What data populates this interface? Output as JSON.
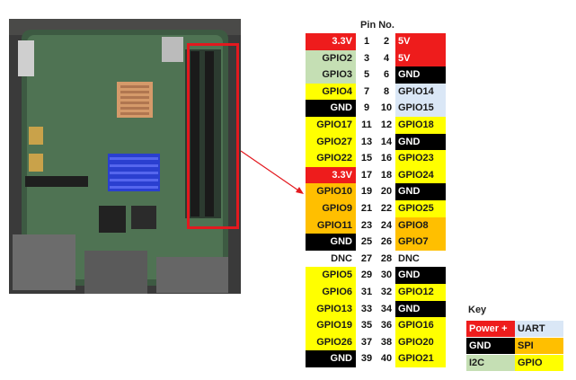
{
  "table": {
    "header": "Pin No.",
    "rows": [
      {
        "left": "3.3V",
        "lc": "power",
        "ln": "1",
        "rn": "2",
        "right": "5V",
        "rc": "power"
      },
      {
        "left": "GPIO2",
        "lc": "i2c",
        "ln": "3",
        "rn": "4",
        "right": "5V",
        "rc": "power"
      },
      {
        "left": "GPIO3",
        "lc": "i2c",
        "ln": "5",
        "rn": "6",
        "right": "GND",
        "rc": "gnd"
      },
      {
        "left": "GPIO4",
        "lc": "gpio",
        "ln": "7",
        "rn": "8",
        "right": "GPIO14",
        "rc": "uart"
      },
      {
        "left": "GND",
        "lc": "gnd",
        "ln": "9",
        "rn": "10",
        "right": "GPIO15",
        "rc": "uart"
      },
      {
        "left": "GPIO17",
        "lc": "gpio",
        "ln": "11",
        "rn": "12",
        "right": "GPIO18",
        "rc": "gpio"
      },
      {
        "left": "GPIO27",
        "lc": "gpio",
        "ln": "13",
        "rn": "14",
        "right": "GND",
        "rc": "gnd"
      },
      {
        "left": "GPIO22",
        "lc": "gpio",
        "ln": "15",
        "rn": "16",
        "right": "GPIO23",
        "rc": "gpio"
      },
      {
        "left": "3.3V",
        "lc": "power",
        "ln": "17",
        "rn": "18",
        "right": "GPIO24",
        "rc": "gpio"
      },
      {
        "left": "GPIO10",
        "lc": "spi",
        "ln": "19",
        "rn": "20",
        "right": "GND",
        "rc": "gnd"
      },
      {
        "left": "GPIO9",
        "lc": "spi",
        "ln": "21",
        "rn": "22",
        "right": "GPIO25",
        "rc": "gpio"
      },
      {
        "left": "GPIO11",
        "lc": "spi",
        "ln": "23",
        "rn": "24",
        "right": "GPIO8",
        "rc": "spi"
      },
      {
        "left": "GND",
        "lc": "gnd",
        "ln": "25",
        "rn": "26",
        "right": "GPIO7",
        "rc": "spi"
      },
      {
        "left": "DNC",
        "lc": "none",
        "ln": "27",
        "rn": "28",
        "right": "DNC",
        "rc": "none"
      },
      {
        "left": "GPIO5",
        "lc": "gpio",
        "ln": "29",
        "rn": "30",
        "right": "GND",
        "rc": "gnd"
      },
      {
        "left": "GPIO6",
        "lc": "gpio",
        "ln": "31",
        "rn": "32",
        "right": "GPIO12",
        "rc": "gpio"
      },
      {
        "left": "GPIO13",
        "lc": "gpio",
        "ln": "33",
        "rn": "34",
        "right": "GND",
        "rc": "gnd"
      },
      {
        "left": "GPIO19",
        "lc": "gpio",
        "ln": "35",
        "rn": "36",
        "right": "GPIO16",
        "rc": "gpio"
      },
      {
        "left": "GPIO26",
        "lc": "gpio",
        "ln": "37",
        "rn": "38",
        "right": "GPIO20",
        "rc": "gpio"
      },
      {
        "left": "GND",
        "lc": "gnd",
        "ln": "39",
        "rn": "40",
        "right": "GPIO21",
        "rc": "gpio"
      }
    ]
  },
  "key": {
    "title": "Key",
    "items": [
      {
        "label": "Power +",
        "cat": "power"
      },
      {
        "label": "UART",
        "cat": "uart"
      },
      {
        "label": "GND",
        "cat": "gnd"
      },
      {
        "label": "SPI",
        "cat": "spi"
      },
      {
        "label": "I2C",
        "cat": "i2c"
      },
      {
        "label": "GPIO",
        "cat": "gpio"
      }
    ]
  },
  "colors": {
    "power": {
      "bg": "#ee1c1c",
      "fg": "#ffffff"
    },
    "i2c": {
      "bg": "#c5dfb4",
      "fg": "#1a1a1a"
    },
    "gnd": {
      "bg": "#000000",
      "fg": "#ffffff"
    },
    "gpio": {
      "bg": "#ffff00",
      "fg": "#1a1a1a"
    },
    "uart": {
      "bg": "#dae7f6",
      "fg": "#1a1a1a"
    },
    "spi": {
      "bg": "#ffbf00",
      "fg": "#1a1a1a"
    },
    "none": {
      "bg": "#ffffff",
      "fg": "#1a1a1a"
    },
    "highlight": "#e3191f"
  },
  "photo": {
    "subject": "raspberry-pi-board-photo"
  }
}
